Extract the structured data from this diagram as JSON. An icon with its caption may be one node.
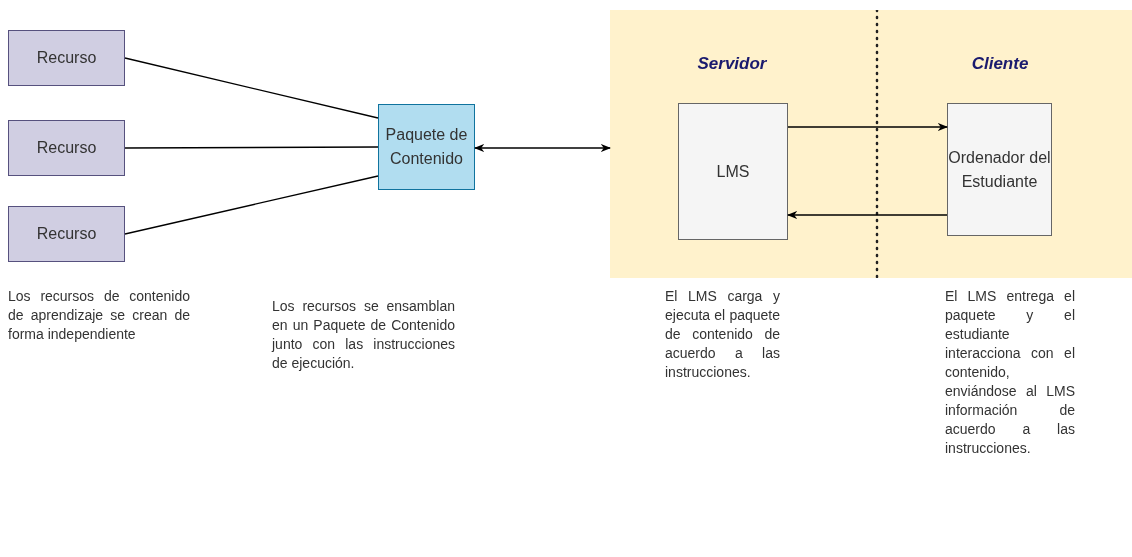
{
  "diagram": {
    "nodes": [
      {
        "text": [
          "Recurso"
        ]
      },
      {
        "text": [
          "Recurso"
        ]
      },
      {
        "text": [
          "Recurso"
        ]
      },
      {
        "text": [
          "Paquete de Contenido"
        ]
      },
      {
        "text": [
          "Servidor",
          "Cliente"
        ]
      },
      {
        "text": [
          "LMS"
        ],
        "in": 4
      },
      {
        "text": [
          "Ordenador del Estudiante"
        ],
        "in": 4
      }
    ],
    "edges": [
      {
        "from": 0,
        "to": 3,
        "arrow": "none"
      },
      {
        "from": 1,
        "to": 3,
        "arrow": "none"
      },
      {
        "from": 2,
        "to": 3,
        "arrow": "none"
      },
      {
        "from": 3,
        "to": 4,
        "arrow": "both"
      },
      {
        "from": 5,
        "to": 6,
        "arrow": "to"
      },
      {
        "from": 6,
        "to": 5,
        "arrow": "to"
      }
    ],
    "labels": [
      "Los recursos de contenido de aprendizaje se crean de forma independiente",
      "Los recursos se ensamblan en un Paquete de Contenido junto con las instrucciones de ejecución.",
      "El LMS carga y ejecuta el paquete de contenido de acuerdo a las instrucciones.",
      "El LMS entrega el paquete y el estudiante interacciona con el contenido, enviándose al LMS información de acuerdo a las instrucciones."
    ]
  }
}
